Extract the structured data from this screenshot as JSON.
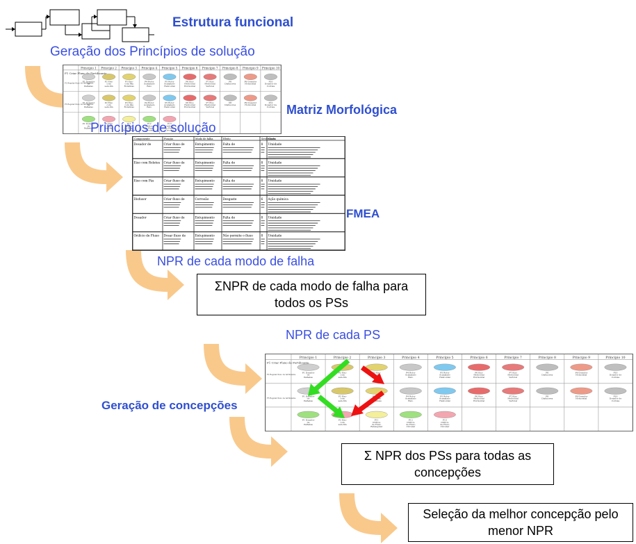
{
  "steps": {
    "estrutura": "Estrutura funcional",
    "geracao_principios": "Geração dos Princípios de solução",
    "matriz": "Matriz Morfológica",
    "principios": "Princípios de solução",
    "fmea": "FMEA",
    "npr_modo": "NPR de cada modo de falha",
    "soma_npr_modo": "ΣNPR de cada modo de falha para todos os PSs",
    "npr_ps": "NPR de cada PS",
    "geracao_concepcoes": "Geração de concepções",
    "soma_npr_ps": "Σ NPR dos PSs para todas as concepções",
    "selecao": "Seleção da melhor concepção pelo menor NPR"
  },
  "matrix": {
    "corner_label": "F1 Criar Fluxo de Fertilizante",
    "headers": [
      "Princípio 1",
      "Princípio 2",
      "Princípio 3",
      "Princípio 4",
      "Princípio 5",
      "Princípio 6",
      "Princípio 7",
      "Princípio 8",
      "Princípio 9",
      "Princípio 10"
    ],
    "row_labels": [
      "F2 Regular fluxo de fertilizante",
      "F3 Regular fluxo de fertilizante",
      ""
    ],
    "rows": [
      [
        "P1 Dosador de Palhetas",
        "P2 Eixo com sem-fim",
        "P3 Eixo com Pás Rotativas",
        "P4 Rotor Acanalado Reto",
        "P5 Rotor Acanalado Helicoidal",
        "P6 Eixo Helicoidal Horizontal",
        "P7 Eixo Helicoidal Vertical",
        "P8 Disfusores",
        "P9 Dosador Horizontal",
        "P10 Dosador de Correia"
      ],
      [
        "P1 Dosador de Palhetas",
        "P2 Eixo com sem-fim",
        "P3 Eixo com Pás Rotativas",
        "P4 Rotor Acanalado Reto",
        "P5 Rotor Acanalado Helicoidal",
        "P6 Eixo Helicoidal Horizontal",
        "P7 Eixo Helicoidal Vertical",
        "P8 Disfusores",
        "P9 Dosador Horizontal",
        "P10 Dosador de Correia"
      ],
      [
        "P1 Dosador de Palhetas",
        "P2 Eixo com sem-fim",
        "P11 Orifício de Fluxo Retangular",
        "P12 Orifício de Fluxo Circular",
        "P13 Orifício de Fluxo Circular",
        "",
        "",
        "",
        "",
        ""
      ]
    ]
  },
  "fmea_table": {
    "headers": [
      "Componente",
      "Função",
      "Modo de falha",
      "Efeito",
      "Severidade",
      "Causa"
    ],
    "rows": [
      [
        "Dosador de",
        "Criar fluxo de",
        "Entupimento",
        "Falta de",
        "8",
        "Umidade"
      ],
      [
        "Eixo com Roletes",
        "Criar fluxo de",
        "Entupimento",
        "Falta de",
        "8",
        "Umidade"
      ],
      [
        "Eixo com Pás",
        "Criar fluxo de",
        "Entupimento",
        "Falta de",
        "8",
        "Umidade"
      ],
      [
        "Disfusor",
        "Criar fluxo de",
        "Corrosão",
        "Desgaste",
        "6",
        "Ação química"
      ],
      [
        "Dosador",
        "Criar fluxo de",
        "Entupimento",
        "Falta de",
        "8",
        "Umidade"
      ],
      [
        "Orifício de Fluxo",
        "Dosar fluxo de",
        "Entupimento",
        "Não permite o fluxo",
        "8",
        "Umidade"
      ]
    ]
  },
  "colors": {
    "title_blue": "#2f4fcf",
    "arrow_orange": "#f9c98c",
    "green_arrow": "#33dd22",
    "red_arrow": "#ee1111"
  }
}
